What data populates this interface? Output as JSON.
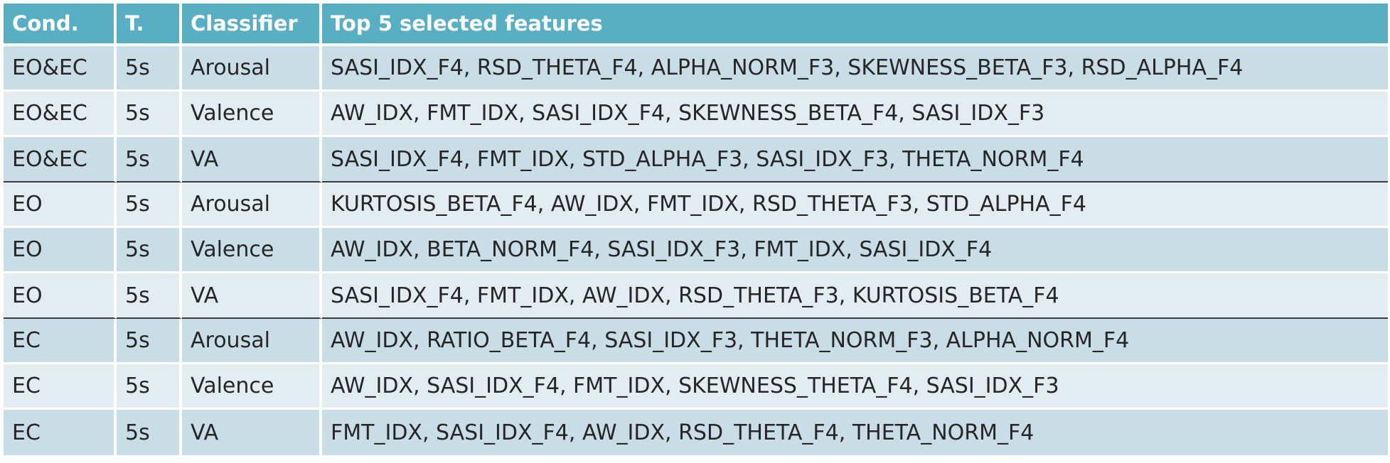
{
  "table": {
    "headers": [
      "Cond.",
      "T.",
      "Classifier",
      "Top 5 selected features"
    ],
    "rows": [
      [
        "EO&EC",
        "5s",
        "Arousal",
        "SASI_IDX_F4, RSD_THETA_F4, ALPHA_NORM_F3, SKEWNESS_BETA_F3, RSD_ALPHA_F4"
      ],
      [
        "EO&EC",
        "5s",
        "Valence",
        "AW_IDX, FMT_IDX, SASI_IDX_F4, SKEWNESS_BETA_F4, SASI_IDX_F3"
      ],
      [
        "EO&EC",
        "5s",
        "VA",
        "SASI_IDX_F4, FMT_IDX, STD_ALPHA_F3, SASI_IDX_F3, THETA_NORM_F4"
      ],
      [
        "EO",
        "5s",
        "Arousal",
        "KURTOSIS_BETA_F4, AW_IDX, FMT_IDX, RSD_THETA_F3, STD_ALPHA_F4"
      ],
      [
        "EO",
        "5s",
        "Valence",
        "AW_IDX, BETA_NORM_F4, SASI_IDX_F3, FMT_IDX, SASI_IDX_F4"
      ],
      [
        "EO",
        "5s",
        "VA",
        "SASI_IDX_F4, FMT_IDX, AW_IDX, RSD_THETA_F3, KURTOSIS_BETA_F4"
      ],
      [
        "EC",
        "5s",
        "Arousal",
        "AW_IDX, RATIO_BETA_F4, SASI_IDX_F3, THETA_NORM_F3, ALPHA_NORM_F4"
      ],
      [
        "EC",
        "5s",
        "Valence",
        "AW_IDX, SASI_IDX_F4, FMT_IDX, SKEWNESS_THETA_F4, SASI_IDX_F3"
      ],
      [
        "EC",
        "5s",
        "VA",
        "FMT_IDX, SASI_IDX_F4, AW_IDX, RSD_THETA_F4, THETA_NORM_F4"
      ]
    ]
  },
  "colors": {
    "header_bg": "#58afc3",
    "row_dark": "#c8dde5",
    "row_light": "#e3edf1",
    "text": "#262626"
  }
}
